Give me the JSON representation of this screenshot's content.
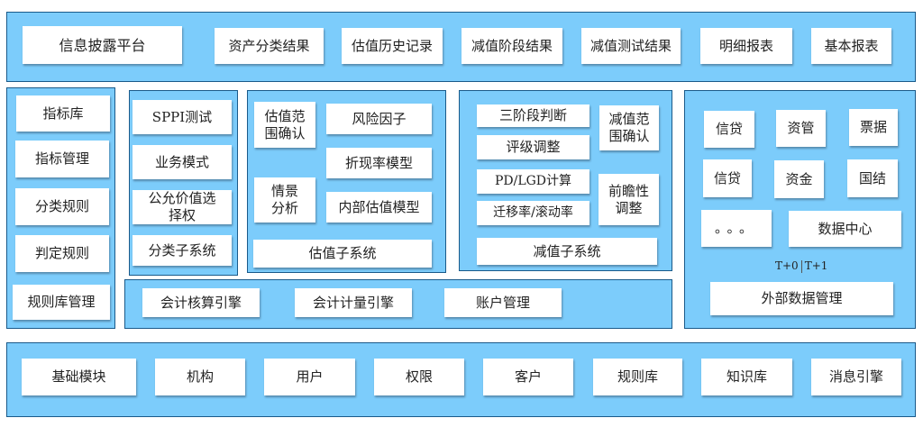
{
  "top": {
    "items": [
      "信息披露平台",
      "资产分类结果",
      "估值历史记录",
      "减值阶段结果",
      "减值测试结果",
      "明细报表",
      "基本报表"
    ]
  },
  "rules": {
    "items": [
      "指标库",
      "指标管理",
      "分类规则",
      "判定规则",
      "规则库管理"
    ]
  },
  "classification": {
    "items": [
      "SPPI测试",
      "业务模式",
      "公允价值选择权"
    ],
    "subsystem": "分类子系统"
  },
  "valuation": {
    "items": [
      "估值范围确认",
      "风险因子",
      "折现率模型",
      "情景分析",
      "内部估值模型"
    ],
    "subsystem": "估值子系统"
  },
  "impairment": {
    "items": [
      "三阶段判断",
      "评级调整",
      "PD/LGD计算",
      "迁移率/滚动率",
      "减值范围确认",
      "前瞻性调整"
    ],
    "subsystem": "减值子系统"
  },
  "accounting": {
    "items": [
      "会计核算引擎",
      "会计计量引擎",
      "账户管理"
    ]
  },
  "external": {
    "items": [
      "信贷",
      "资管",
      "票据",
      "信贷",
      "资金",
      "国结",
      "。。。",
      "数据中心"
    ],
    "timing": {
      "t0": "T+0",
      "t1": "T+1"
    },
    "manager": "外部数据管理"
  },
  "base": {
    "items": [
      "基础模块",
      "机构",
      "用户",
      "权限",
      "客户",
      "规则库",
      "知识库",
      "消息引擎"
    ]
  }
}
